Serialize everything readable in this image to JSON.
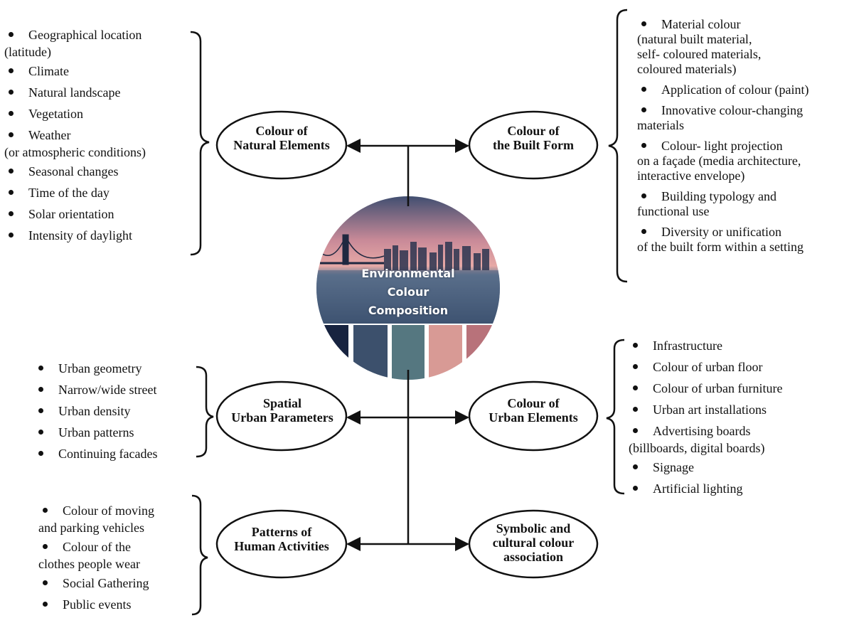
{
  "center": {
    "title_lines": [
      "Environmental",
      "Colour",
      "Composition"
    ]
  },
  "palette": [
    "#17233f",
    "#3c506c",
    "#557780",
    "#d89a95",
    "#b8727a"
  ],
  "nodes": {
    "natural": {
      "line1": "Colour of",
      "line2": "Natural Elements"
    },
    "built": {
      "line1": "Colour of",
      "line2": "the Built Form"
    },
    "spatial": {
      "line1": "Spatial",
      "line2": "Urban Parameters"
    },
    "urban": {
      "line1": "Colour of",
      "line2": "Urban Elements"
    },
    "human": {
      "line1": "Patterns of",
      "line2": "Human Activities"
    },
    "symbolic": {
      "line1": "Symbolic and",
      "line2": "cultural colour",
      "line3": "association"
    }
  },
  "lists": {
    "natural": [
      {
        "text": "Geographical location",
        "cont": "(latitude)"
      },
      {
        "text": "Climate"
      },
      {
        "text": "Natural landscape"
      },
      {
        "text": "Vegetation"
      },
      {
        "text": "Weather",
        "cont": "(or atmospheric conditions)"
      },
      {
        "text": "Seasonal changes"
      },
      {
        "text": "Time of the day"
      },
      {
        "text": "Solar orientation"
      },
      {
        "text": "Intensity of daylight"
      }
    ],
    "built": [
      {
        "text": "Material colour",
        "cont": "(natural built material,",
        "cont2": "self- coloured materials,",
        "cont3": "coloured materials)"
      },
      {
        "text": "Application of colour (paint)"
      },
      {
        "text": "Innovative colour-changing",
        "cont": "materials"
      },
      {
        "text": "Colour- light projection",
        "cont": "on a façade (media architecture,",
        "cont2": "interactive envelope)"
      },
      {
        "text": "Building typology and",
        "cont": "functional use"
      },
      {
        "text": "Diversity or unification",
        "cont": "of the built form within a setting"
      }
    ],
    "spatial": [
      {
        "text": "Urban geometry"
      },
      {
        "text": "Narrow/wide street"
      },
      {
        "text": "Urban density"
      },
      {
        "text": "Urban patterns"
      },
      {
        "text": "Continuing facades"
      }
    ],
    "urban": [
      {
        "text": "Infrastructure"
      },
      {
        "text": "Colour of urban floor"
      },
      {
        "text": "Colour of urban furniture"
      },
      {
        "text": "Urban art installations"
      },
      {
        "text": "Advertising boards",
        "cont": "(billboards, digital boards)"
      },
      {
        "text": "Signage"
      },
      {
        "text": "Artificial lighting"
      }
    ],
    "human": [
      {
        "text": "Colour of moving",
        "cont": "and parking vehicles"
      },
      {
        "text": "Colour of the",
        "cont": "clothes people wear"
      },
      {
        "text": "Social Gathering"
      },
      {
        "text": "Public events"
      }
    ]
  }
}
